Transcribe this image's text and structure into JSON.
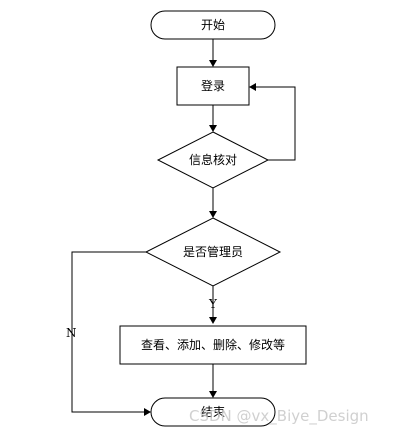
{
  "nodes": {
    "start": "开始",
    "login": "登录",
    "verify": "信息核对",
    "is_admin": "是否管理员",
    "operations": "查看、添加、删除、修改等",
    "end": "结束"
  },
  "edge_labels": {
    "yes": "Y",
    "no": "N"
  },
  "watermark": "CSDN @vx_Biye_Design"
}
